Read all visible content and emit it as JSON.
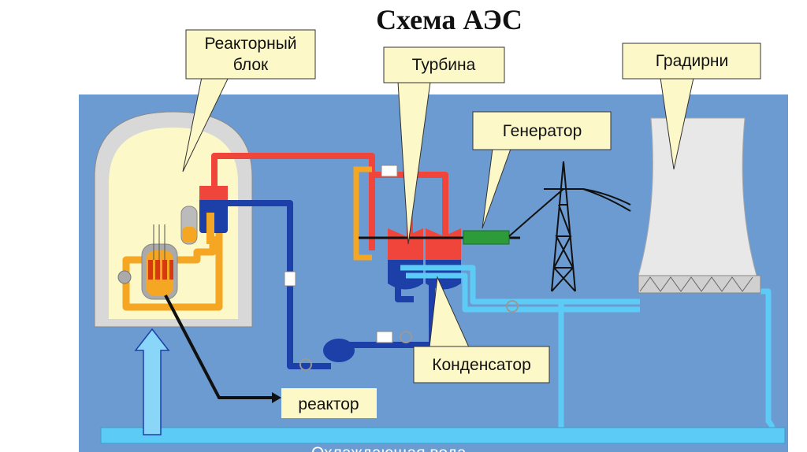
{
  "title": "Схема АЭС",
  "labels": {
    "reactor_block_line1": "Реакторный",
    "reactor_block_line2": "блок",
    "turbine": "Турбина",
    "generator": "Генератор",
    "cooling_towers": "Градирни",
    "condenser": "Конденсатор",
    "reactor": "реактор",
    "cooling_water": "Охлаждающая вода"
  },
  "colors": {
    "background_panel": "#6b9bd0",
    "hot_loop": "#f0453a",
    "primary_loop": "#f5a623",
    "feedwater": "#1d3fa8",
    "cooling_water": "#5ccbf5",
    "callout": "#fdf8c8",
    "generator": "#2e9b3a"
  }
}
